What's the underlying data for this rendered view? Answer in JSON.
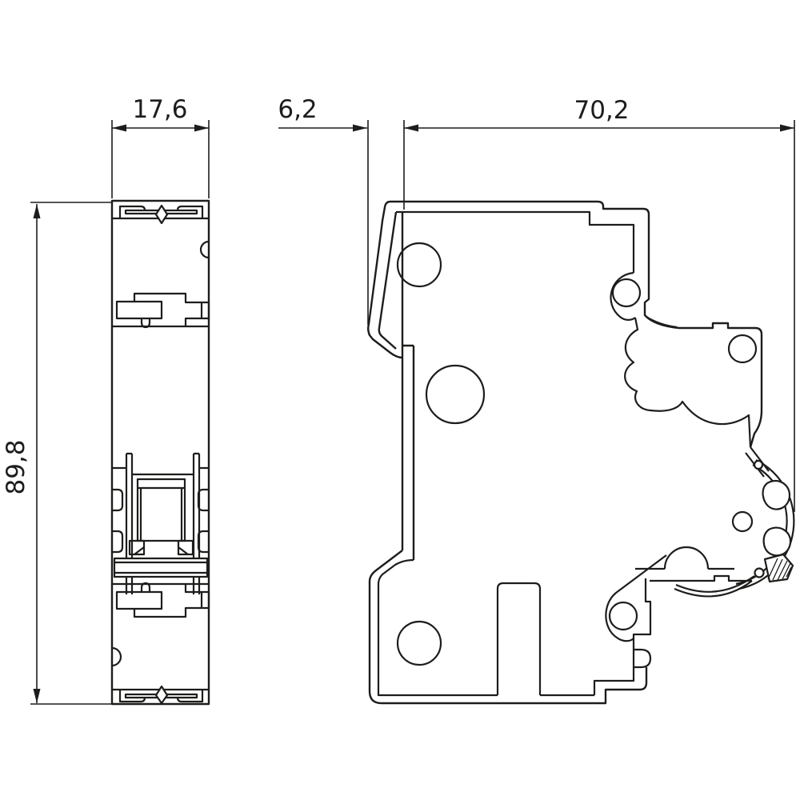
{
  "drawing": {
    "type": "technical-dimension-drawing",
    "subject": "single-pole miniature circuit breaker, front view and side view",
    "colors": {
      "line": "#1d1d1b",
      "background": "#ffffff"
    },
    "dimensions": {
      "front_width": "17,6",
      "flange_depth": "6,2",
      "body_depth": "70,2",
      "height": "89,8"
    }
  }
}
